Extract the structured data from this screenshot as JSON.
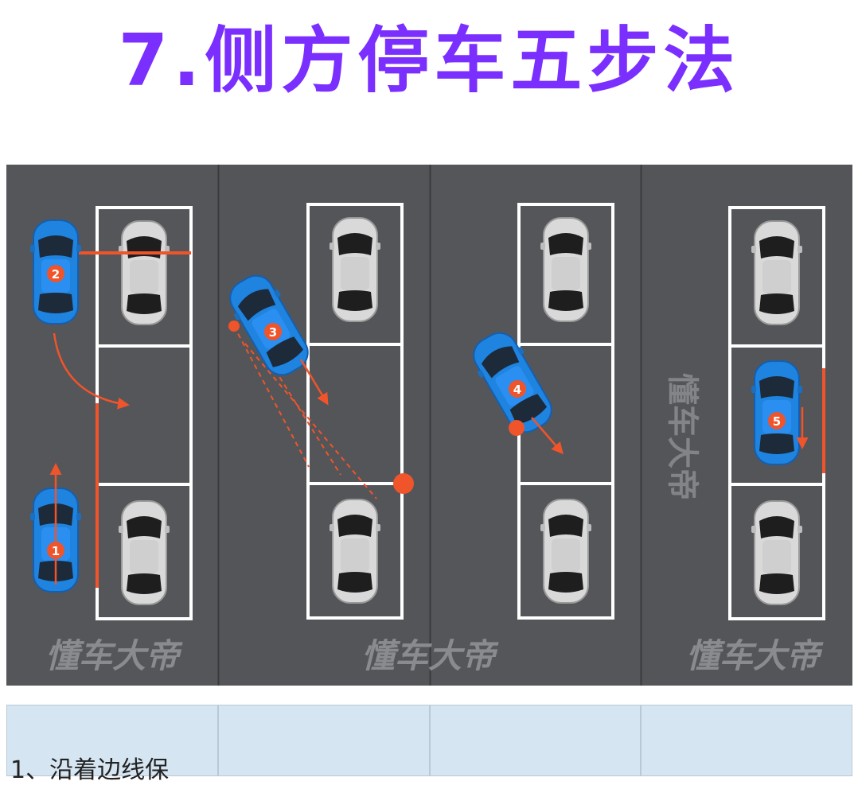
{
  "title": "7.侧方停车五步法",
  "watermark": "懂车大帝",
  "step_numbers": [
    "1",
    "2",
    "3",
    "4",
    "5"
  ],
  "table": {
    "cells": [
      "1、沿着边线保",
      "",
      "",
      ""
    ]
  },
  "colors": {
    "title": "#7a2fff",
    "ground": "#555659",
    "ground_dark": "#4b4c4f",
    "line": "#ffffff",
    "orange": "#f0542b",
    "car_blue": "#1f83e0",
    "car_grey": "#d7d7d7",
    "table_bg": "#d6e5f2"
  }
}
